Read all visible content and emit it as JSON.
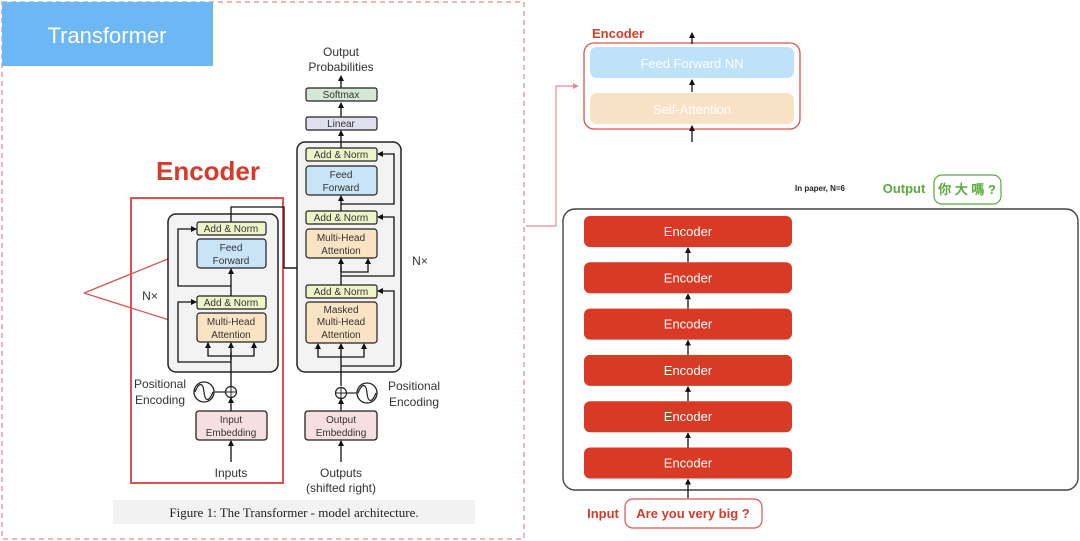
{
  "title_badge": {
    "label": "Transformer",
    "color": "#6cb8f6"
  },
  "left_panel": {
    "encoder_heading": "Encoder",
    "encoder_heading_color": "#d63a2b",
    "highlight_color": "#d9534f",
    "output_label": [
      "Output",
      "Probabilities"
    ],
    "softmax": "Softmax",
    "linear": "Linear",
    "encoder_stack": {
      "add_norm_top": "Add & Norm",
      "feed_forward": [
        "Feed",
        "Forward"
      ],
      "add_norm_bottom": "Add & Norm",
      "multi_head": [
        "Multi-Head",
        "Attention"
      ],
      "nx": "N×"
    },
    "decoder_stack": {
      "add_norm_1": "Add & Norm",
      "feed_forward": [
        "Feed",
        "Forward"
      ],
      "add_norm_2": "Add & Norm",
      "multi_head": [
        "Multi-Head",
        "Attention"
      ],
      "add_norm_3": "Add & Norm",
      "masked_multi_head": [
        "Masked",
        "Multi-Head",
        "Attention"
      ],
      "nx": "N×"
    },
    "positional_encoding_left": [
      "Positional",
      "Encoding"
    ],
    "positional_encoding_right": [
      "Positional",
      "Encoding"
    ],
    "input_embedding": [
      "Input",
      "Embedding"
    ],
    "output_embedding": [
      "Output",
      "Embedding"
    ],
    "inputs_label": "Inputs",
    "outputs_label": [
      "Outputs",
      "(shifted right)"
    ],
    "caption": "Figure 1: The Transformer - model architecture."
  },
  "right_panel": {
    "encoder_detail": {
      "label": "Encoder",
      "feed_forward": "Feed Forward NN",
      "self_attention": "Self-Attention"
    },
    "note": "In paper, N=6",
    "output_label": "Output",
    "output_text": "你 大 嗎 ?",
    "encoders": [
      "Encoder",
      "Encoder",
      "Encoder",
      "Encoder",
      "Encoder",
      "Encoder"
    ],
    "input_label": "Input",
    "input_text": "Are you very big ?",
    "colors": {
      "encoder_fill": "#d93a26",
      "output_green": "#5aaa3c",
      "input_red": "#d63a2b",
      "ff_blue": "#bfe2fb",
      "sa_orange": "#f8e2c6"
    }
  }
}
